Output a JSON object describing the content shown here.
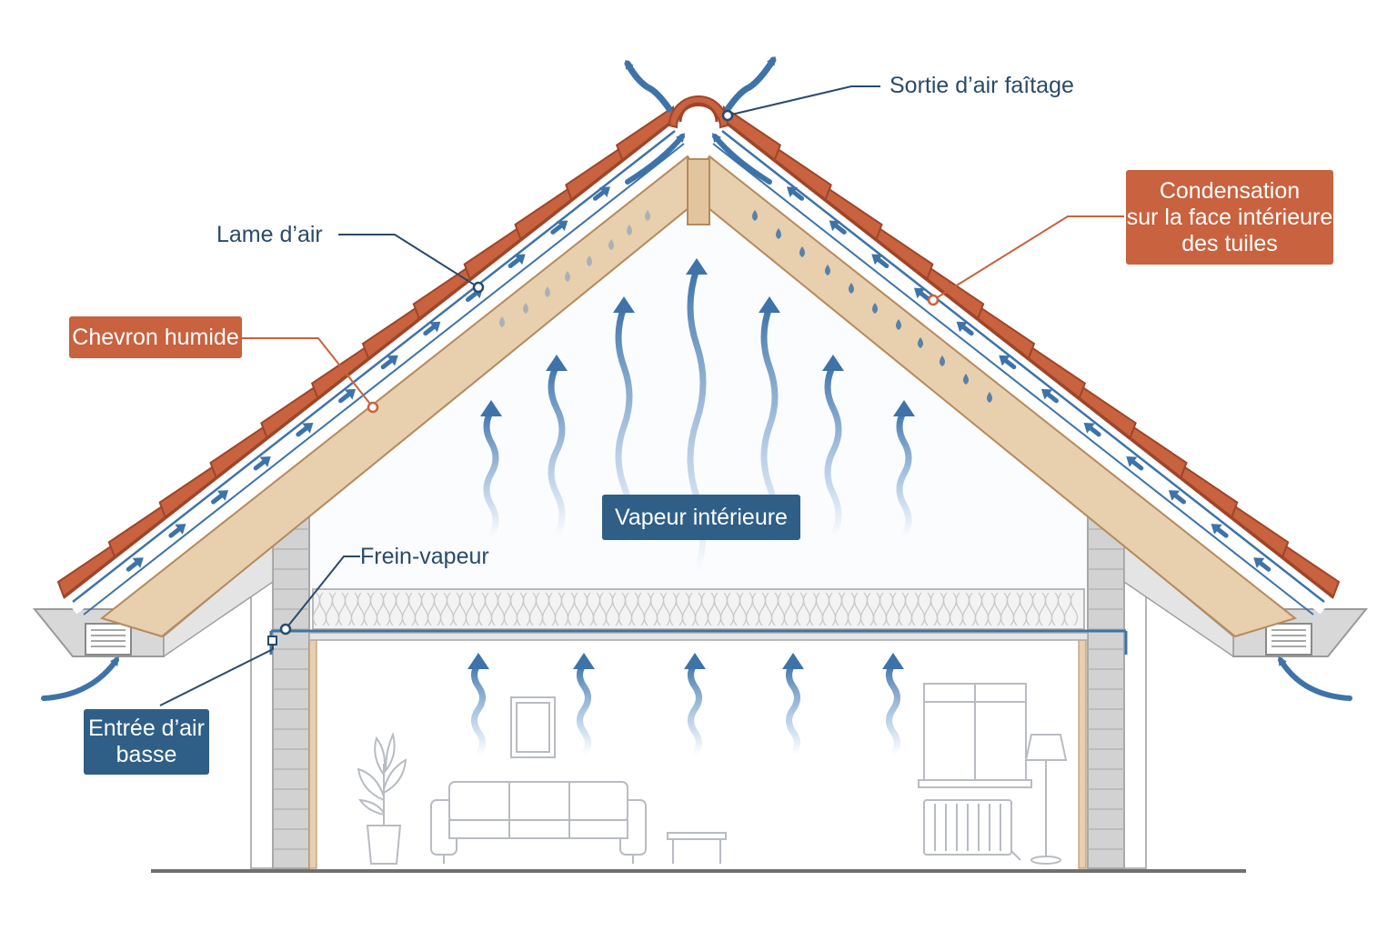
{
  "labels": {
    "ridge_outlet": "Sortie d’air faîtage",
    "air_gap": "Lame d’air",
    "wet_rafter": "Chevron humide",
    "condensation": [
      "Condensation",
      "sur la face intérieure",
      "des tuiles"
    ],
    "interior_vapor": "Vapeur intérieure",
    "vapor_barrier": "Frein-vapeur",
    "low_inlet": [
      "Entrée d’air",
      "basse"
    ]
  },
  "colors": {
    "tile": "#c8623f",
    "tile_dark": "#9e4529",
    "rafter": "#e8cfae",
    "rafter_edge": "#b58a5c",
    "airflow": "#3d73a8",
    "vapor": "#6f9ccb",
    "label_orange": "#c8623f",
    "label_blue": "#2f5f87",
    "label_text": "#2a4a6a",
    "wall": "#cfcfcf",
    "insulation": "#f2f2f2"
  }
}
